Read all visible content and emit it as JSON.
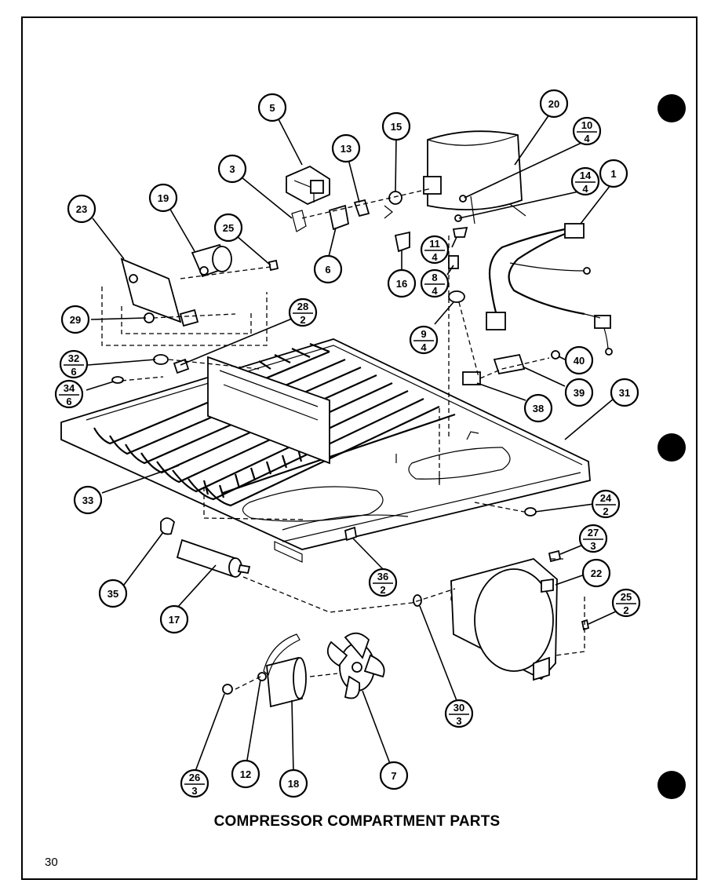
{
  "title": "COMPRESSOR COMPARTMENT PARTS",
  "page_number": "30",
  "callouts": [
    {
      "id": "c1",
      "number": "1"
    },
    {
      "id": "c3",
      "number": "3"
    },
    {
      "id": "c5",
      "number": "5"
    },
    {
      "id": "c6",
      "number": "6"
    },
    {
      "id": "c7",
      "number": "7"
    },
    {
      "id": "c8",
      "number": "8",
      "qty": "4"
    },
    {
      "id": "c9",
      "number": "9",
      "qty": "4"
    },
    {
      "id": "c10",
      "number": "10",
      "qty": "4"
    },
    {
      "id": "c11",
      "number": "11",
      "qty": "4"
    },
    {
      "id": "c12",
      "number": "12"
    },
    {
      "id": "c13",
      "number": "13"
    },
    {
      "id": "c14",
      "number": "14",
      "qty": "4"
    },
    {
      "id": "c15",
      "number": "15"
    },
    {
      "id": "c16",
      "number": "16"
    },
    {
      "id": "c17",
      "number": "17"
    },
    {
      "id": "c18",
      "number": "18"
    },
    {
      "id": "c19",
      "number": "19"
    },
    {
      "id": "c20",
      "number": "20"
    },
    {
      "id": "c22",
      "number": "22"
    },
    {
      "id": "c23",
      "number": "23"
    },
    {
      "id": "c24",
      "number": "24",
      "qty": "2"
    },
    {
      "id": "c25a",
      "number": "25"
    },
    {
      "id": "c25b",
      "number": "25",
      "qty": "2"
    },
    {
      "id": "c26",
      "number": "26",
      "qty": "3"
    },
    {
      "id": "c27",
      "number": "27",
      "qty": "3"
    },
    {
      "id": "c28",
      "number": "28",
      "qty": "2"
    },
    {
      "id": "c29",
      "number": "29"
    },
    {
      "id": "c30",
      "number": "30",
      "qty": "3"
    },
    {
      "id": "c31",
      "number": "31"
    },
    {
      "id": "c32",
      "number": "32",
      "qty": "6"
    },
    {
      "id": "c33",
      "number": "33"
    },
    {
      "id": "c34",
      "number": "34",
      "qty": "6"
    },
    {
      "id": "c35",
      "number": "35"
    },
    {
      "id": "c36",
      "number": "36",
      "qty": "2"
    },
    {
      "id": "c38",
      "number": "38"
    },
    {
      "id": "c39",
      "number": "39"
    },
    {
      "id": "c40",
      "number": "40"
    }
  ]
}
